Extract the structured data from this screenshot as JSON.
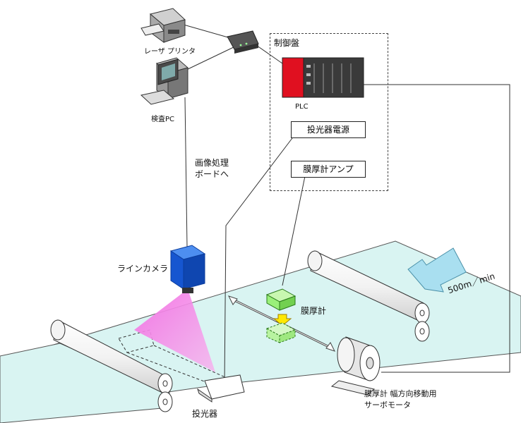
{
  "labels": {
    "printer": "レーザ プリンタ",
    "pc": "検査PC",
    "control_panel": "制御盤",
    "plc": "PLC",
    "projector_power": "投光器電源",
    "thickness_amp": "膜厚計アンプ",
    "image_board_line1": "画像処理",
    "image_board_line2": "ボードへ",
    "line_camera": "ラインカメラ",
    "thickness_gauge": "膜厚計",
    "speed": "500m／min",
    "servo_line1": "膜厚計 幅方向移動用",
    "servo_line2": "サーボモータ",
    "projector": "投光器"
  },
  "colors": {
    "film": "#d7f3f1",
    "camera": "#1560d8",
    "light_beam": "#f06ee0",
    "gauge": "#9af07a",
    "plc_red": "#e01020",
    "flow_arrow": "#a9dff0"
  }
}
